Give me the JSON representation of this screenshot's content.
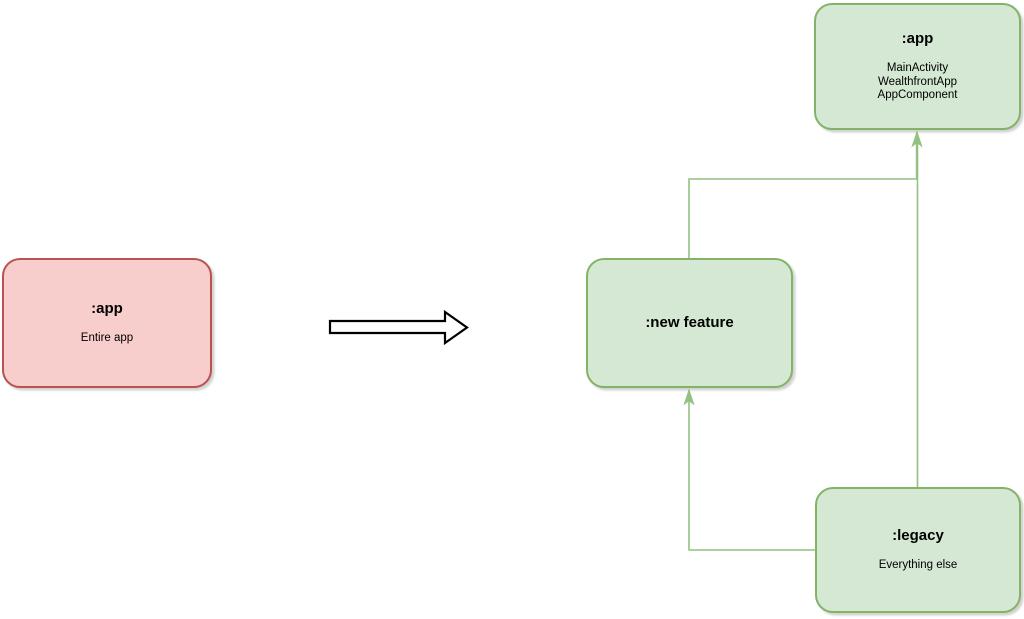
{
  "diagram": {
    "background": "#ffffff",
    "nodes": [
      {
        "id": "app-monolith",
        "variant": "red",
        "title": ":app",
        "lines": [
          "Entire app"
        ]
      },
      {
        "id": "new-feature",
        "variant": "green",
        "title": ":new feature",
        "lines": []
      },
      {
        "id": "app-modular",
        "variant": "green",
        "title": ":app",
        "lines": [
          "MainActivity",
          "WealthfrontApp",
          "AppComponent"
        ]
      },
      {
        "id": "legacy",
        "variant": "green",
        "title": ":legacy",
        "lines": [
          "Everything else"
        ]
      }
    ],
    "edges": [
      {
        "from": "new-feature",
        "to": "app-modular"
      },
      {
        "from": "legacy",
        "to": "app-modular"
      },
      {
        "from": "legacy",
        "to": "new-feature"
      }
    ],
    "colors": {
      "red_fill": "#f8cecc",
      "red_stroke": "#b85450",
      "green_fill": "#d5e8d4",
      "green_stroke": "#82b366",
      "connector": "#94c17f",
      "transform_arrow_stroke": "#000000",
      "transform_arrow_fill": "#ffffff",
      "text": "#000000"
    }
  }
}
